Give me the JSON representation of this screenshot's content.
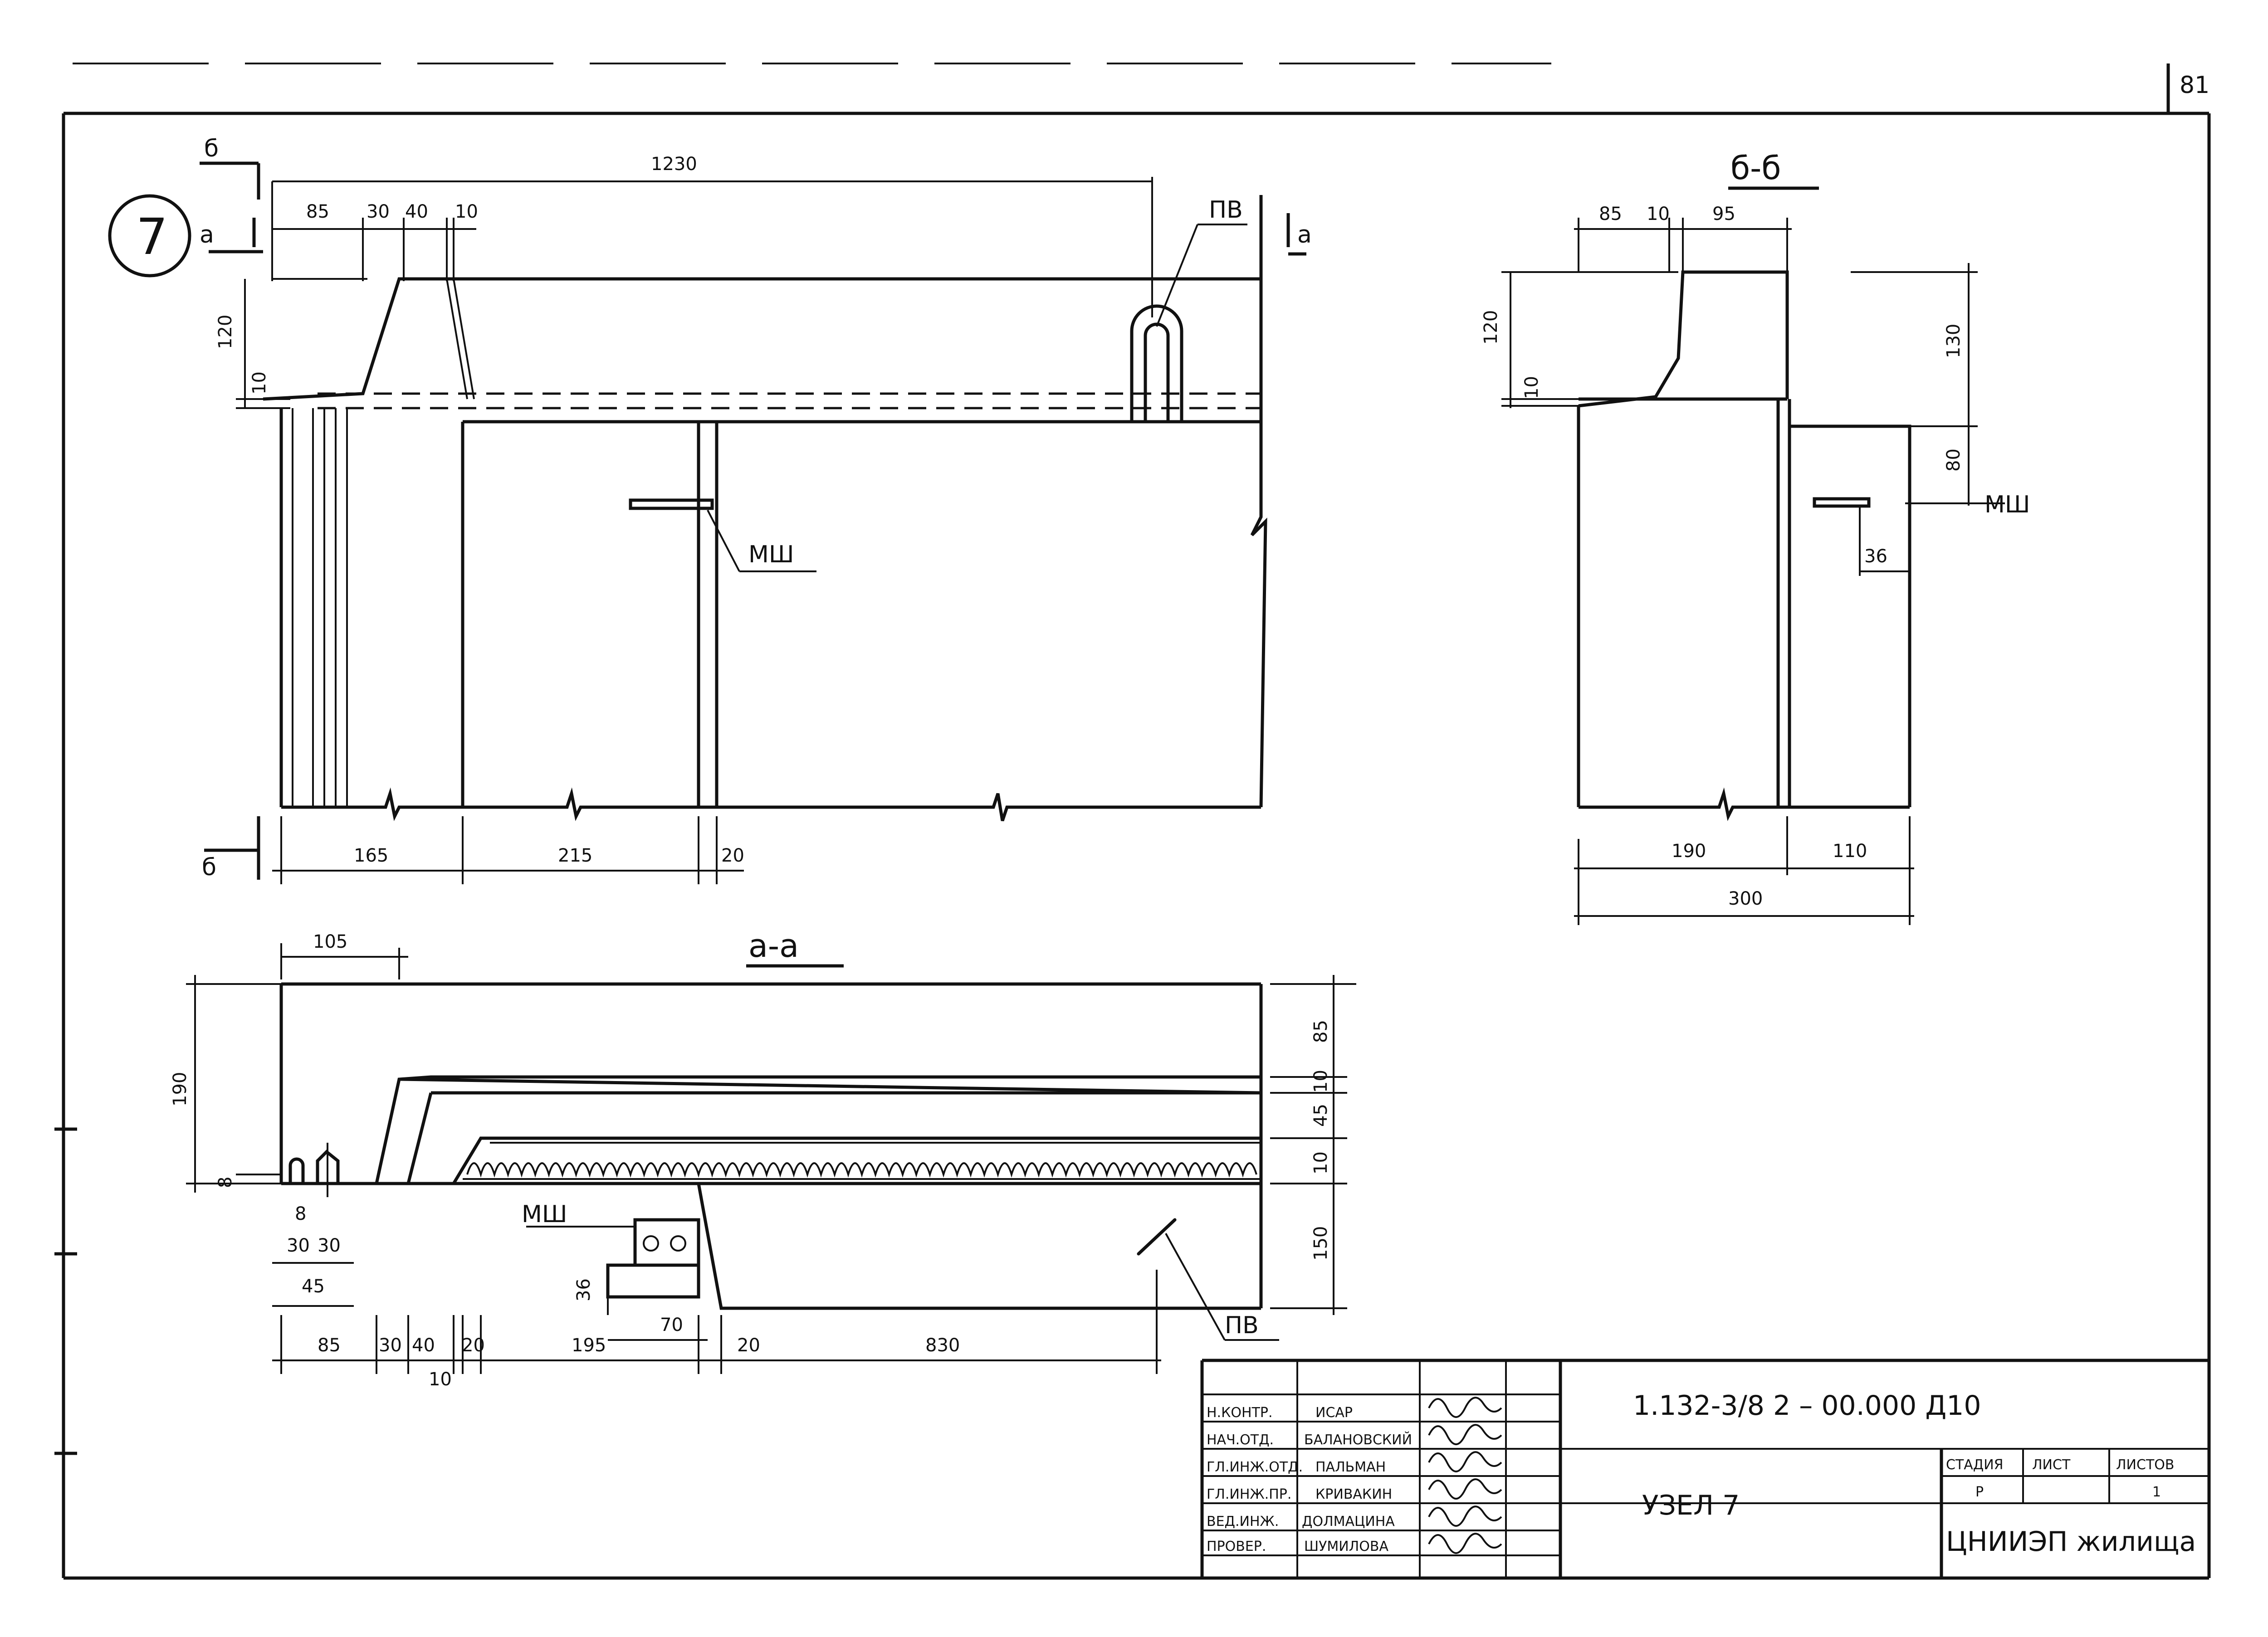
{
  "sheet": {
    "page_number": "81",
    "node_number": "7",
    "doc_code": "1.132-3/8 2 – 00.000 Д10",
    "title": "УЗЕЛ 7",
    "organization": "ЦНИИЭП жилища",
    "stage_header": "СТАДИЯ",
    "sheet_header": "ЛИСТ",
    "sheets_header": "ЛИСТОВ",
    "stage_value": "Р",
    "sheet_value": "",
    "sheets_value": "1"
  },
  "approvals": [
    {
      "role": "Н.КОНТР.",
      "name": "ИСАР"
    },
    {
      "role": "НАЧ.ОТД.",
      "name": "БАЛАНОВСКИЙ"
    },
    {
      "role": "ГЛ.ИНЖ.ОТД.",
      "name": "ПАЛЬМАН"
    },
    {
      "role": "ГЛ.ИНЖ.ПР.",
      "name": "КРИВАКИН"
    },
    {
      "role": "ВЕД.ИНЖ.",
      "name": "ДОЛМАЦИНА"
    },
    {
      "role": "ПРОВЕР.",
      "name": "ШУМИЛОВА"
    }
  ],
  "views": {
    "main": {
      "cut_a": "а",
      "cut_b": "б",
      "dims": {
        "top": "1230",
        "top_a": "85",
        "top_b": "30",
        "top_c": "40",
        "top_d": "10",
        "height_a": "120",
        "height_b": "10",
        "bottom_a": "165",
        "bottom_b": "215",
        "bottom_c": "20"
      },
      "labels": {
        "pv": "ПВ",
        "msh": "МШ"
      }
    },
    "section_bb": {
      "title": "б-б",
      "dims": {
        "top_a": "85",
        "top_b": "10",
        "top_c": "95",
        "height_a": "120",
        "height_b": "10",
        "right_a": "130",
        "right_b": "80",
        "offset": "36",
        "bottom_a": "190",
        "bottom_b": "110",
        "total": "300"
      },
      "labels": {
        "msh": "МШ"
      }
    },
    "section_aa": {
      "title": "а-а",
      "dims": {
        "top": "105",
        "height": "190",
        "small_8": "8",
        "right_a": "85",
        "right_b": "10",
        "right_c": "45",
        "right_d": "10",
        "right_e": "150",
        "d_8": "8",
        "d_30a": "30",
        "d_30b": "30",
        "d_45": "45",
        "d_36": "36",
        "d_70": "70",
        "bottom_85": "85",
        "bottom_30": "30",
        "bottom_40": "40",
        "bottom_20a": "20",
        "bottom_10": "10",
        "bottom_195": "195",
        "bottom_20b": "20",
        "bottom_830": "830"
      },
      "labels": {
        "msh": "МШ",
        "pv": "ПВ"
      }
    }
  }
}
